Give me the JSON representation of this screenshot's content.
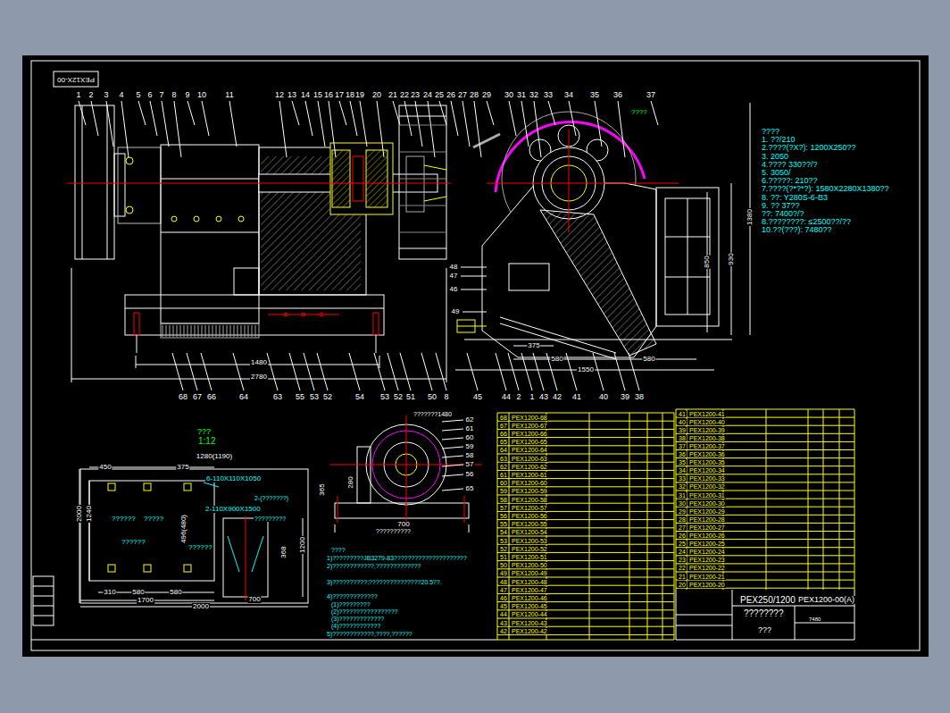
{
  "diagram": {
    "labels": [
      "1",
      "2",
      "3",
      "4",
      "5",
      "6",
      "7",
      "8",
      "9",
      "10",
      "11",
      "12",
      "13",
      "14",
      "15",
      "16",
      "17",
      "18",
      "19",
      "20",
      "21",
      "22",
      "23",
      "24",
      "25",
      "26",
      "27",
      "28",
      "29",
      "30",
      "31",
      "32",
      "33",
      "34",
      "35",
      "36",
      "37",
      "68",
      "67",
      "66",
      "64",
      "63",
      "55",
      "53",
      "52",
      "54",
      "53",
      "52",
      "51",
      "50",
      "8",
      "45",
      "44",
      "2",
      "1",
      "43",
      "42",
      "41",
      "40",
      "39",
      "38",
      "48",
      "47",
      "46",
      "49",
      "62",
      "61",
      "60",
      "59",
      "58",
      "57",
      "56",
      "65",
      "1480",
      "2780",
      "375",
      "580",
      "1550",
      "580",
      "850",
      "930",
      "1380",
      "365",
      "280",
      "700",
      "450",
      "375",
      "1280(1190)",
      "2000",
      "1240",
      "310",
      "580",
      "580",
      "1700",
      "2000",
      "1200",
      "368",
      "700",
      "496(480)",
      "PEX12X-00",
      "????",
      "???",
      "1:12",
      "6-110X110X1050",
      "2-110X900X1500",
      "2-(???????)",
      "?????????",
      "??????",
      "?????",
      "??????",
      "??????",
      "??????????",
      "???????1480",
      "????",
      "1. ??/210",
      "2.????(?X?): 1200X250??",
      "3. 2050",
      "4.???? 330??/?",
      "5. 3050/",
      "6.?????: 210??",
      "7.????(?*?*?): 1580X2280X1380??",
      "8. ??: Y280S-6-B3",
      "9. ?? 37??",
      "??: 7400?/?",
      "8.????????: ≤2500??/??",
      "10.??(???): 7480??",
      "????",
      "1)?????????JB3279-83?????????????????????",
      "2)????????????,?????????????",
      "3)??????????:???????????????20.5??.",
      "4)?????????????",
      "(1)?????????",
      "(2)?????????????????",
      "(3)?????????????",
      "(4)????????????",
      "5)????????????,????,??????",
      "68",
      "PEX1200-68",
      "67",
      "PEX1200-67",
      "66",
      "PEX1200-66",
      "65",
      "PEX1200-65",
      "64",
      "PEX1200-64",
      "63",
      "PEX1200-63",
      "62",
      "PEX1200-62",
      "61",
      "PEX1200-61",
      "60",
      "PEX1200-60",
      "59",
      "PEX1200-59",
      "58",
      "PEX1200-58",
      "57",
      "PEX1200-57",
      "56",
      "PEX1200-56",
      "55",
      "PEX1200-55",
      "54",
      "PEX1200-54",
      "53",
      "PEX1200-53",
      "52",
      "PEX1200-52",
      "51",
      "PEX1200-51",
      "50",
      "PEX1200-50",
      "49",
      "PEX1200-49",
      "48",
      "PEX1200-48",
      "47",
      "PEX1200-47",
      "46",
      "PEX1200-46",
      "45",
      "PEX1200-45",
      "44",
      "PEX1200-44",
      "43",
      "PEX1200-43",
      "42",
      "PEX1200-42",
      "41",
      "PEX1200-41",
      "40",
      "PEX1200-40",
      "39",
      "PEX1200-39",
      "38",
      "PEX1200-38",
      "37",
      "PEX1200-37",
      "36",
      "PEX1200-36",
      "35",
      "PEX1200-35",
      "34",
      "PEX1200-34",
      "33",
      "PEX1200-33",
      "32",
      "PEX1200-32",
      "31",
      "PEX1200-31",
      "30",
      "PEX1200-30",
      "29",
      "PEX1200-29",
      "28",
      "PEX1200-28",
      "27",
      "PEX1200-27",
      "26",
      "PEX1200-26",
      "25",
      "PEX1200-25",
      "24",
      "PEX1200-24",
      "23",
      "PEX1200-23",
      "22",
      "PEX1200-22",
      "21",
      "PEX1200-21",
      "20",
      "PEX1200-20",
      "PEX250/1200",
      "PEX1200-00(A)",
      "????????",
      "???",
      "7480"
    ]
  }
}
